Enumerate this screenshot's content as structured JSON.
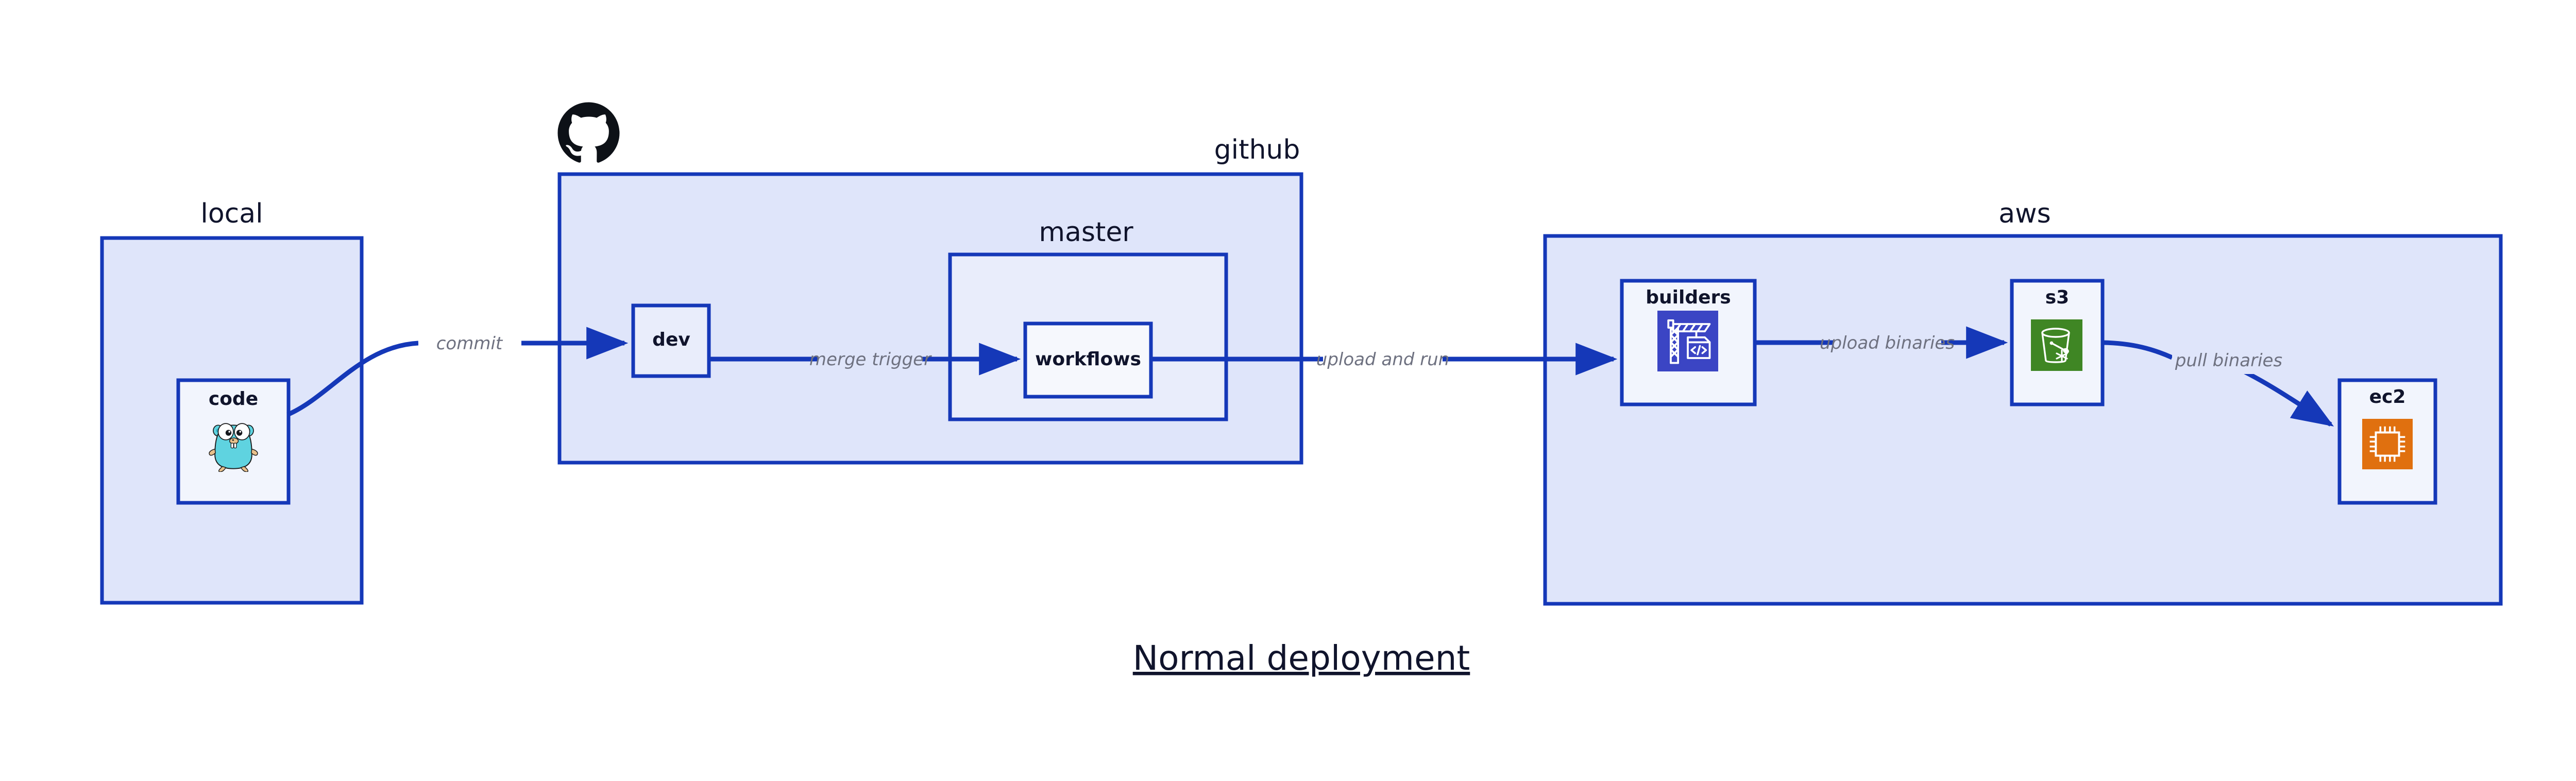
{
  "diagram": {
    "title": "Normal deployment",
    "background_color": "#ffffff",
    "accent_color": "#1538b8",
    "container_fill": "#dfe5fa",
    "subcontainer_fill": "#e9edfb",
    "node_fill": "#f2f5fd",
    "label_color": "#10142c",
    "edge_label_color": "#6e7180"
  },
  "zones": [
    {
      "id": "local",
      "title": "local",
      "nodes": [
        {
          "id": "code",
          "label": "code",
          "icon": "go-gopher-icon"
        }
      ]
    },
    {
      "id": "github",
      "title": "github",
      "logo": "github-octocat-icon",
      "nodes": [
        {
          "id": "dev",
          "label": "dev",
          "icon": "none"
        }
      ],
      "subzones": [
        {
          "id": "master",
          "title": "master",
          "nodes": [
            {
              "id": "workflows",
              "label": "workflows",
              "icon": "none"
            }
          ]
        }
      ]
    },
    {
      "id": "aws",
      "title": "aws",
      "nodes": [
        {
          "id": "builders",
          "label": "builders",
          "icon": "crane-code-icon",
          "icon_color": "#3b45c4"
        },
        {
          "id": "s3",
          "label": "s3",
          "icon": "s3-bucket-icon",
          "icon_color": "#3f8624"
        },
        {
          "id": "ec2",
          "label": "ec2",
          "icon": "cpu-chip-icon",
          "icon_color": "#e0700f"
        }
      ]
    }
  ],
  "edges": [
    {
      "id": "commit",
      "label": "commit",
      "from": "code",
      "to": "dev"
    },
    {
      "id": "merge-trigger",
      "label": "merge trigger",
      "from": "dev",
      "to": "workflows"
    },
    {
      "id": "upload-and-run",
      "label": "upload and run",
      "from": "workflows",
      "to": "builders"
    },
    {
      "id": "upload-binaries",
      "label": "upload binaries",
      "from": "builders",
      "to": "s3"
    },
    {
      "id": "pull-binaries",
      "label": "pull binaries",
      "from": "s3",
      "to": "ec2"
    }
  ]
}
